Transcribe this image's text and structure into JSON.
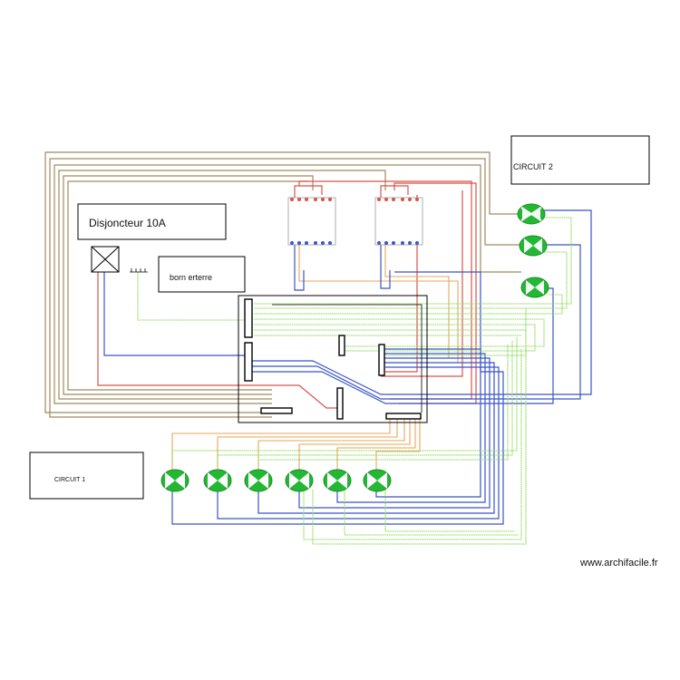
{
  "labels": {
    "disjoncteur": "Disjoncteur 10A",
    "borne_terre": "born erterre",
    "circuit1": "CIRCUIT 1",
    "circuit2": "CIRCUIT 2",
    "watermark": "www.archifacile.fr"
  },
  "colors": {
    "brown": "#a08a5e",
    "red": "#d9534a",
    "blue": "#3a55c8",
    "green": "#8fdc5e",
    "orange": "#e8a65a",
    "lamp": "#22b833",
    "frame": "#000000"
  },
  "legend": {
    "lamp_symbol": "lamp-green-x"
  }
}
